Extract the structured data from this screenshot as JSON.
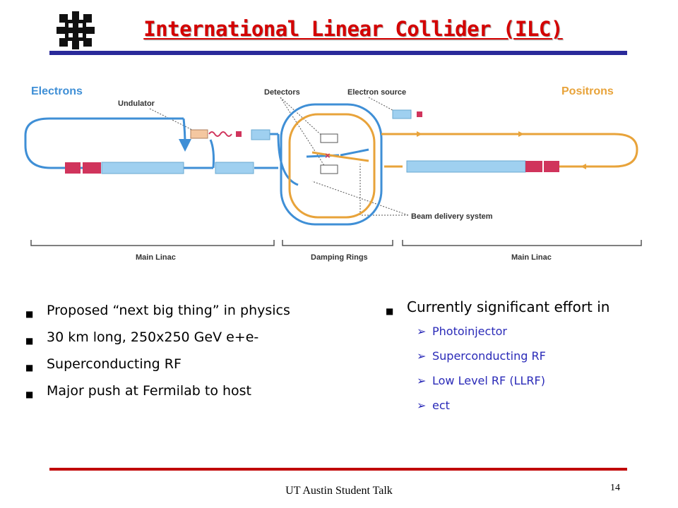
{
  "slide": {
    "title": "International Linear Collider (ILC)",
    "footer": "UT Austin Student Talk",
    "page_number": "14"
  },
  "diagram": {
    "electrons_label": "Electrons",
    "positrons_label": "Positrons",
    "undulator_label": "Undulator",
    "detectors_label": "Detectors",
    "electron_source_label": "Electron source",
    "beam_delivery_label": "Beam delivery system",
    "main_linac_left": "Main Linac",
    "damping_rings": "Damping Rings",
    "main_linac_right": "Main Linac",
    "colors": {
      "electron": "#3f8fd6",
      "positron": "#e8a33a",
      "rf": "#d0345c",
      "linac": "#9fd0f0"
    }
  },
  "left_bullets": [
    "Proposed “next big thing” in physics",
    "30 km long, 250x250 GeV e+e-",
    "Superconducting RF",
    "Major push at Fermilab to host"
  ],
  "right_bullets": {
    "main": "Currently significant effort in",
    "sub": [
      "Photoinjector",
      "Superconducting RF",
      "Low Level RF (LLRF)",
      "ect"
    ]
  },
  "icons": {
    "logo": "fermilab-logo",
    "bullet": "square-bullet",
    "sub_bullet": "arrow-bullet"
  }
}
